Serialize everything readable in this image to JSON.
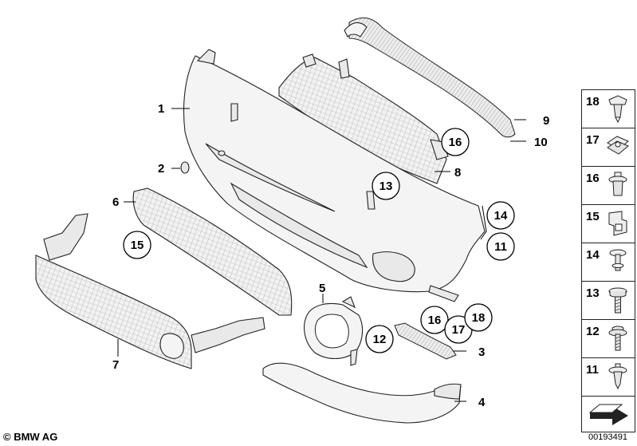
{
  "copyright": "© BMW AG",
  "document_number": "00193491",
  "callouts": {
    "c1": "1",
    "c2": "2",
    "c3": "3",
    "c4": "4",
    "c5": "5",
    "c6": "6",
    "c7": "7",
    "c8": "8",
    "c9": "9",
    "c10": "10",
    "c11": "11",
    "c12": "12",
    "c13": "13",
    "c14": "14",
    "c15": "15",
    "c16a": "16",
    "c16b": "16",
    "c17": "17",
    "c18": "18"
  },
  "legend": [
    {
      "number": "18",
      "icon": "expanding-rivet-icon"
    },
    {
      "number": "17",
      "icon": "clip-nut-icon"
    },
    {
      "number": "16",
      "icon": "spreader-rivet-icon"
    },
    {
      "number": "15",
      "icon": "bracket-clip-icon"
    },
    {
      "number": "14",
      "icon": "push-rivet-icon"
    },
    {
      "number": "13",
      "icon": "hex-bolt-icon"
    },
    {
      "number": "12",
      "icon": "collar-screw-icon"
    },
    {
      "number": "11",
      "icon": "plastic-rivet-icon"
    }
  ]
}
